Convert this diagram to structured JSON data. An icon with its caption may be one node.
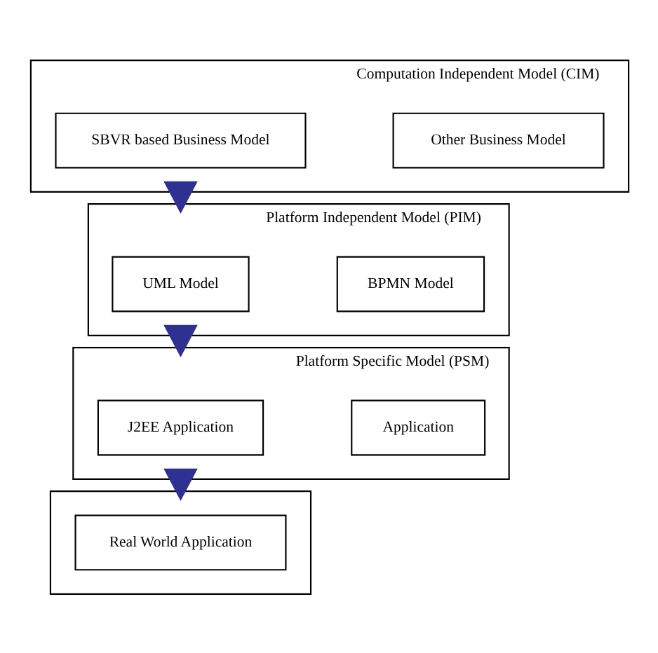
{
  "diagram": {
    "nodes": [
      {
        "text": [
          "Computation Independent Model (CIM)"
        ]
      },
      {
        "text": [
          "SBVR based Business Model"
        ],
        "in": 0
      },
      {
        "text": [
          "Other Business Model"
        ],
        "in": 0
      },
      {
        "text": [
          "Platform Independent Model (PIM)"
        ]
      },
      {
        "text": [
          "UML Model"
        ],
        "in": 3
      },
      {
        "text": [
          "BPMN Model"
        ],
        "in": 3
      },
      {
        "text": [
          "Platform Specific Model (PSM)"
        ]
      },
      {
        "text": [
          "J2EE Application"
        ],
        "in": 6
      },
      {
        "text": [
          "Application"
        ],
        "in": 6
      },
      {
        "text": [],
        "shape": "box"
      },
      {
        "text": [
          "Real World Application"
        ],
        "in": 9
      }
    ],
    "edges": [
      {
        "from": 0,
        "to": 3,
        "arrow": "to",
        "style": "thick"
      },
      {
        "from": 3,
        "to": 6,
        "arrow": "to",
        "style": "thick"
      },
      {
        "from": 6,
        "to": 9,
        "arrow": "to",
        "style": "thick"
      }
    ]
  }
}
